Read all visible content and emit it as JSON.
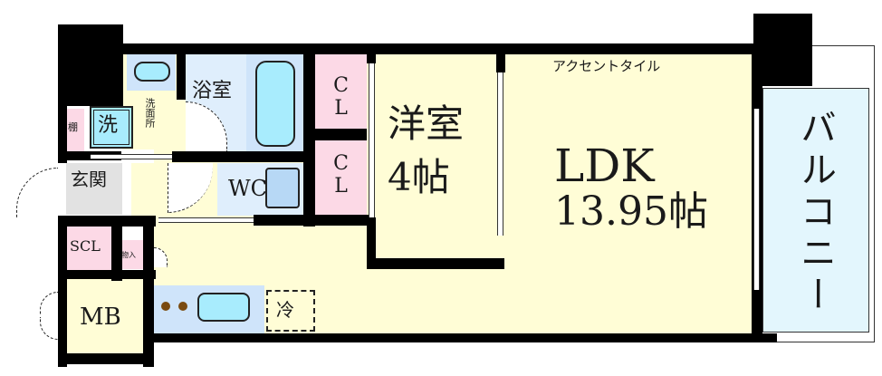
{
  "floorplan": {
    "rooms": {
      "ldk": {
        "name": "LDK",
        "area": "13.95帖"
      },
      "western_room": {
        "name": "洋室",
        "area": "4帖"
      },
      "bathroom": {
        "name": "浴室"
      },
      "washroom": {
        "name": "洗面所"
      },
      "washer": {
        "name": "洗"
      },
      "shelf": {
        "name": "棚"
      },
      "entrance": {
        "name": "玄関"
      },
      "toilet": {
        "name": "WC"
      },
      "closet_upper": {
        "name": "CL"
      },
      "closet_lower": {
        "name": "CL"
      },
      "shoe_closet": {
        "name": "SCL"
      },
      "storage": {
        "name": "物入"
      },
      "meter_box": {
        "name": "MB"
      },
      "refrigerator": {
        "name": "冷"
      },
      "balcony": {
        "name": "バルコニー"
      }
    },
    "annotations": {
      "accent_tile": "アクセントタイル"
    },
    "colors": {
      "living": "#fffdd6",
      "wet_area": "#cfe4fa",
      "storage": "#fcd9e6",
      "entrance": "#e2e2e2",
      "balcony": "#e3f6fd",
      "wall": "#000000"
    }
  }
}
